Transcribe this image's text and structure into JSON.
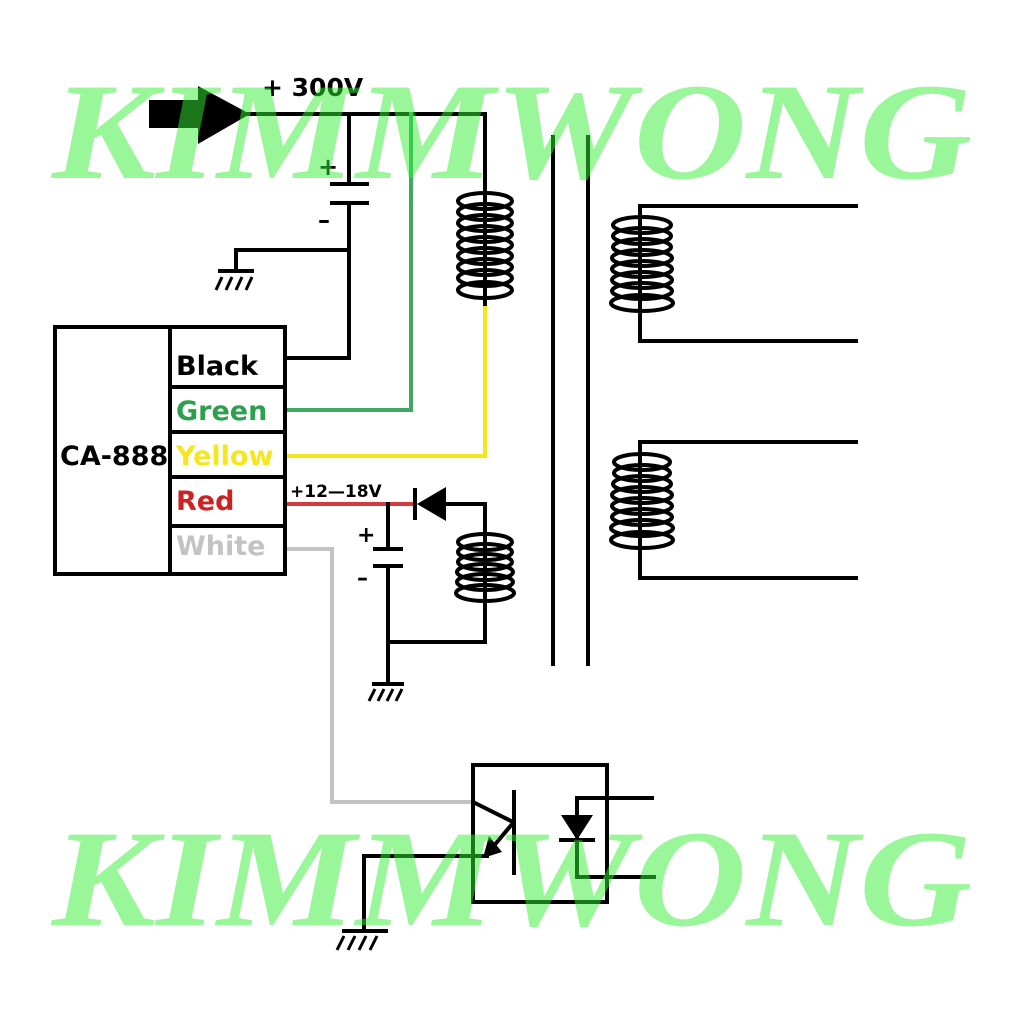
{
  "watermark": {
    "text": "KIMMWONG",
    "color": "#33ee33"
  },
  "supply": {
    "label": "+ 300V"
  },
  "module": {
    "name": "CA-888",
    "pins": [
      {
        "label": "Black",
        "color": "#000000"
      },
      {
        "label": "Green",
        "color": "#2e9e4f"
      },
      {
        "label": "Yellow",
        "color": "#f5e61e"
      },
      {
        "label": "Red",
        "color": "#cc2222"
      },
      {
        "label": "White",
        "color": "#c3c3c3"
      }
    ]
  },
  "aux_supply": {
    "label": "+12—18V"
  },
  "capacitor_signs": {
    "plus": "+",
    "minus": "–"
  },
  "colors": {
    "wire": "#000000",
    "green_wire": "#3fa964",
    "yellow_wire": "#f5e61e",
    "red_wire": "#d03c3c",
    "white_wire": "#c3c3c3"
  }
}
